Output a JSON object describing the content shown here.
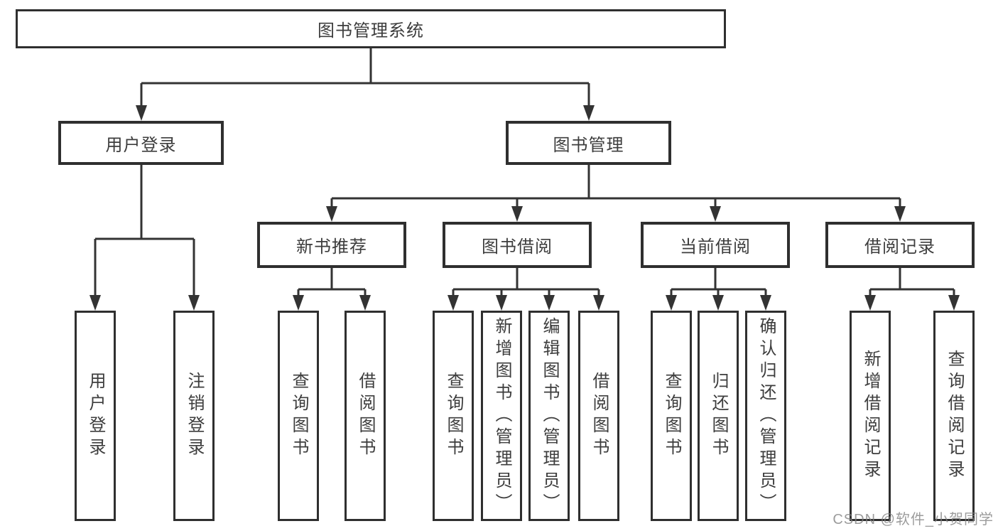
{
  "tree": {
    "root": {
      "label": "图书管理系统",
      "children": [
        {
          "label": "用户登录",
          "children": [
            {
              "label": "用户登录"
            },
            {
              "label": "注销登录"
            }
          ]
        },
        {
          "label": "图书管理",
          "children": [
            {
              "label": "新书推荐",
              "children": [
                {
                  "label": "查询图书"
                },
                {
                  "label": "借阅图书"
                }
              ]
            },
            {
              "label": "图书借阅",
              "children": [
                {
                  "label": "查询图书"
                },
                {
                  "label": "新增图书（管理员）"
                },
                {
                  "label": "编辑图书（管理员）"
                },
                {
                  "label": "借阅图书"
                }
              ]
            },
            {
              "label": "当前借阅",
              "children": [
                {
                  "label": "查询图书"
                },
                {
                  "label": "归还图书"
                },
                {
                  "label": "确认归还（管理员）"
                }
              ]
            },
            {
              "label": "借阅记录",
              "children": [
                {
                  "label": "新增借阅记录"
                },
                {
                  "label": "查询借阅记录"
                }
              ]
            }
          ]
        }
      ]
    }
  },
  "watermark": {
    "text": "CSDN @软件_小贺同学"
  },
  "colors": {
    "line": "#333333",
    "box_border": "#2f2f2f",
    "text": "#3d3d3d",
    "background": "#ffffff",
    "watermark": "#9e9e9e"
  }
}
